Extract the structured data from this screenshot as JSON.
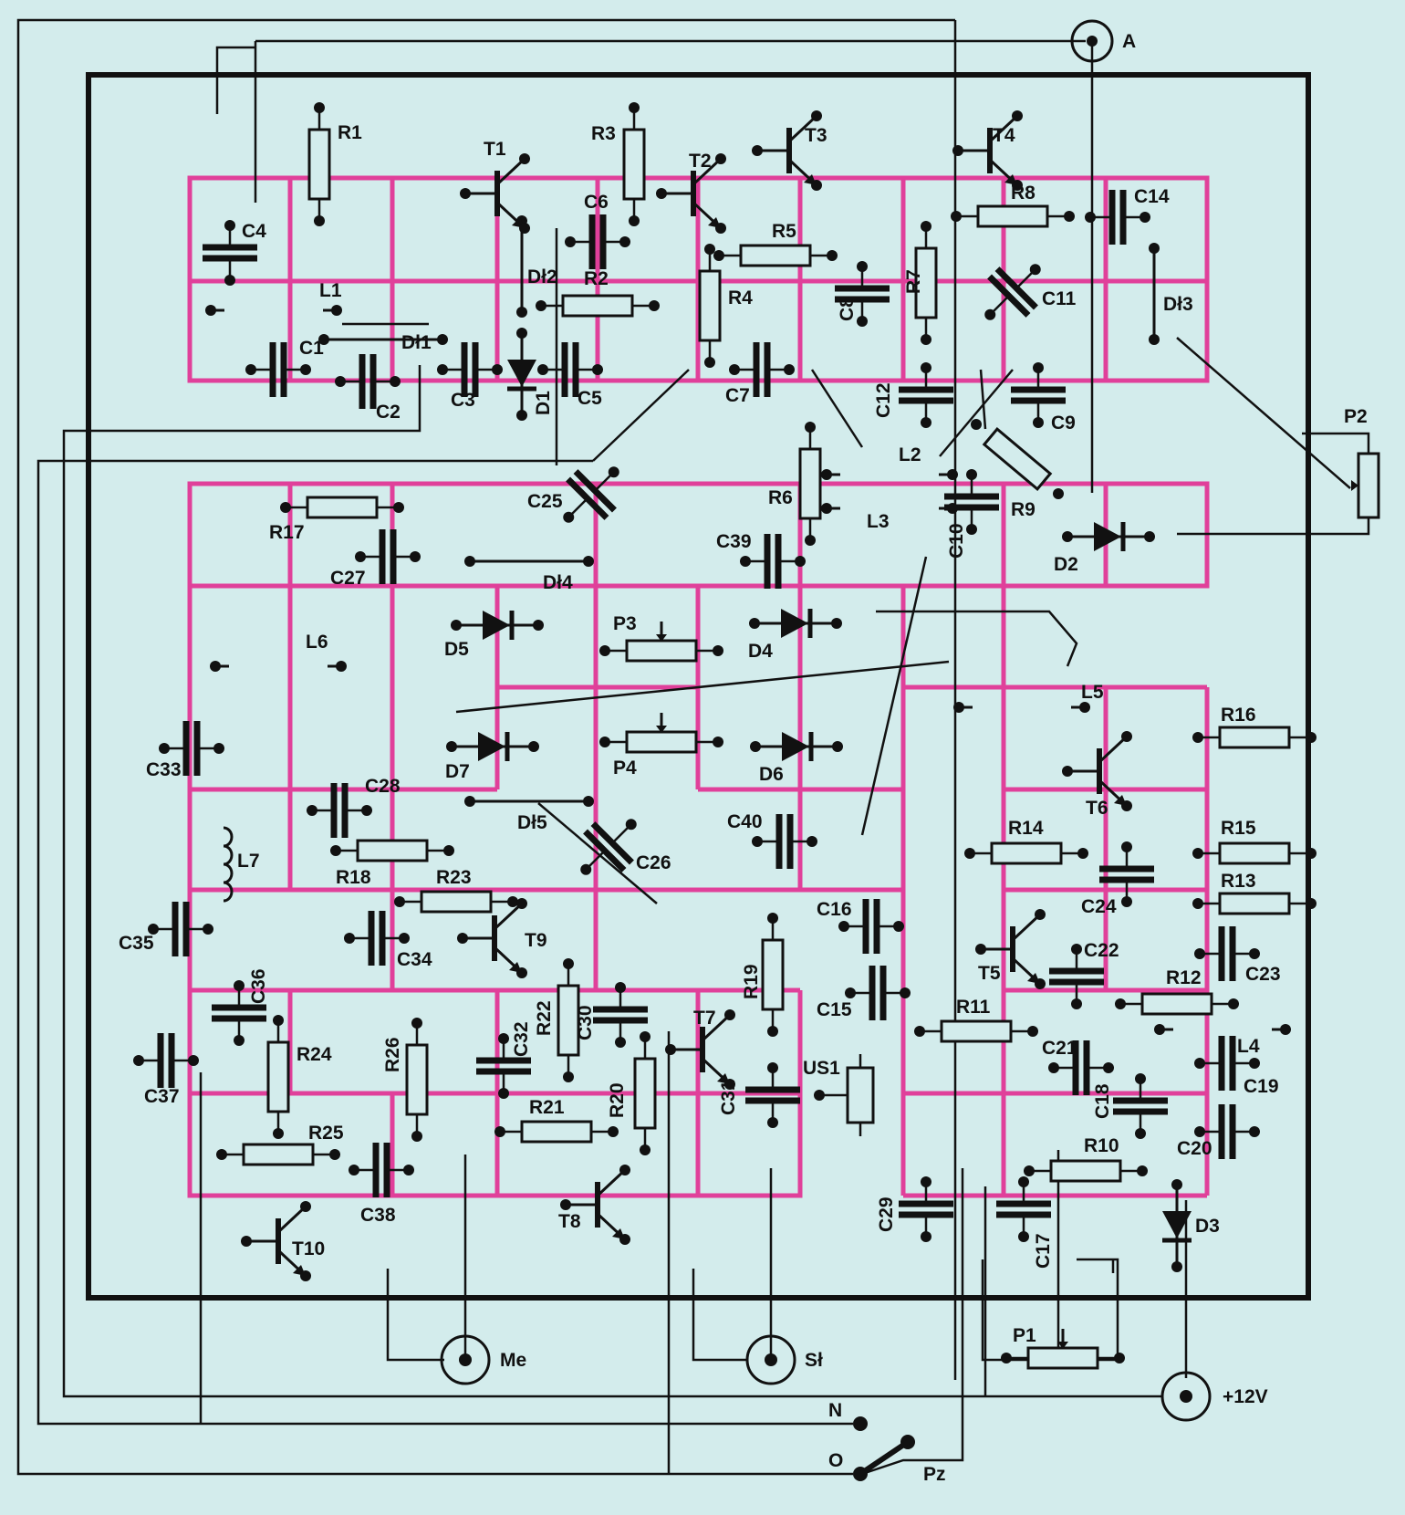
{
  "colors": {
    "board": "#d3ecec",
    "pads": "#e0409a",
    "ink": "#111111"
  },
  "board": {
    "connectors": {
      "antenna": "A",
      "me": "Me",
      "sl": "Sł",
      "power": "+12V"
    },
    "switch": {
      "label": "Pz",
      "pos_n": "N",
      "pos_o": "O"
    }
  },
  "components": {
    "resistors": [
      "R1",
      "R2",
      "R3",
      "R4",
      "R5",
      "R6",
      "R7",
      "R8",
      "R9",
      "R10",
      "R11",
      "R12",
      "R13",
      "R14",
      "R15",
      "R16",
      "R17",
      "R18",
      "R19",
      "R20",
      "R21",
      "R22",
      "R23",
      "R24",
      "R25",
      "R26"
    ],
    "capacitors": [
      "C1",
      "C2",
      "C3",
      "C4",
      "C5",
      "C6",
      "C7",
      "C8",
      "C9",
      "C10",
      "C11",
      "C12",
      "C14",
      "C15",
      "C16",
      "C17",
      "C18",
      "C19",
      "C20",
      "C21",
      "C22",
      "C23",
      "C24",
      "C25",
      "C26",
      "C27",
      "C28",
      "C29",
      "C30",
      "C31",
      "C32",
      "C33",
      "C34",
      "C35",
      "C36",
      "C37",
      "C38",
      "C39",
      "C40"
    ],
    "inductors": [
      "L1",
      "L2",
      "L3",
      "L4",
      "L5",
      "L6",
      "L7"
    ],
    "chokes": [
      "Dł1",
      "Dł2",
      "Dł3",
      "Dł4",
      "Dł5"
    ],
    "diodes": [
      "D1",
      "D2",
      "D3",
      "D4",
      "D5",
      "D6",
      "D7"
    ],
    "transistors": [
      "T1",
      "T2",
      "T3",
      "T4",
      "T5",
      "T6",
      "T7",
      "T8",
      "T9",
      "T10"
    ],
    "potentiometers": [
      "P1",
      "P2",
      "P3",
      "P4"
    ],
    "ic": [
      "US1"
    ]
  }
}
